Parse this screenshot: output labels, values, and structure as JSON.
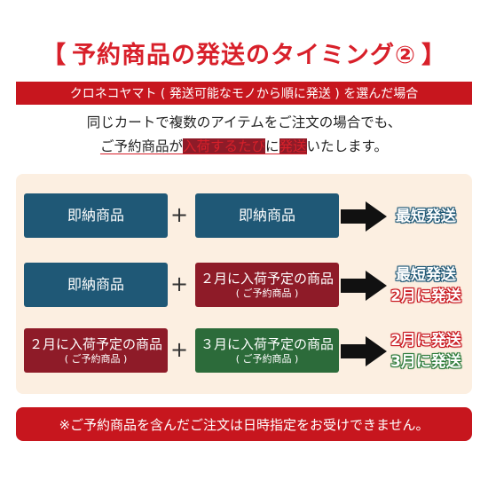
{
  "title": {
    "open_bracket": "【",
    "text": "予約商品の発送のタイミング②",
    "close_bracket": "】"
  },
  "banner": "クロネコヤマト ( 発送可能なモノから順に発送 ) を選んだ場合",
  "intro": {
    "line1": "同じカートで複数のアイテムをご注文の場合でも、",
    "line2_a": "ご予約商品が",
    "line2_b": "入荷するたび",
    "line2_c": "に",
    "line2_d": "発送",
    "line2_e": "いたします。"
  },
  "rows": [
    {
      "left": {
        "main": "即納商品",
        "sub": ""
      },
      "plus": "+",
      "right": {
        "main": "即納商品",
        "sub": ""
      },
      "results": [
        {
          "text": "最短発送",
          "color": "blue"
        }
      ]
    },
    {
      "left": {
        "main": "即納商品",
        "sub": ""
      },
      "plus": "+",
      "right": {
        "main": "２月に入荷予定の商品",
        "sub": "( ご予約商品 )"
      },
      "results": [
        {
          "text": "最短発送",
          "color": "blue"
        },
        {
          "text": "2月に発送",
          "color": "red"
        }
      ]
    },
    {
      "left": {
        "main": "２月に入荷予定の商品",
        "sub": "( ご予約商品 )"
      },
      "plus": "+",
      "right": {
        "main": "３月に入荷予定の商品",
        "sub": "( ご予約商品 )"
      },
      "results": [
        {
          "text": "2月に発送",
          "color": "red"
        },
        {
          "text": "3月に発送",
          "color": "green"
        }
      ]
    }
  ],
  "notice": "※ご予約商品を含んだご注文は日時指定をお受けできません。",
  "colors": {
    "accent_red": "#d8202a",
    "banner_red": "#c7161e",
    "navy": "#1f5876",
    "maroon": "#8e1b28",
    "green": "#2c6b3a",
    "panel_bg": "#fcefe1"
  }
}
